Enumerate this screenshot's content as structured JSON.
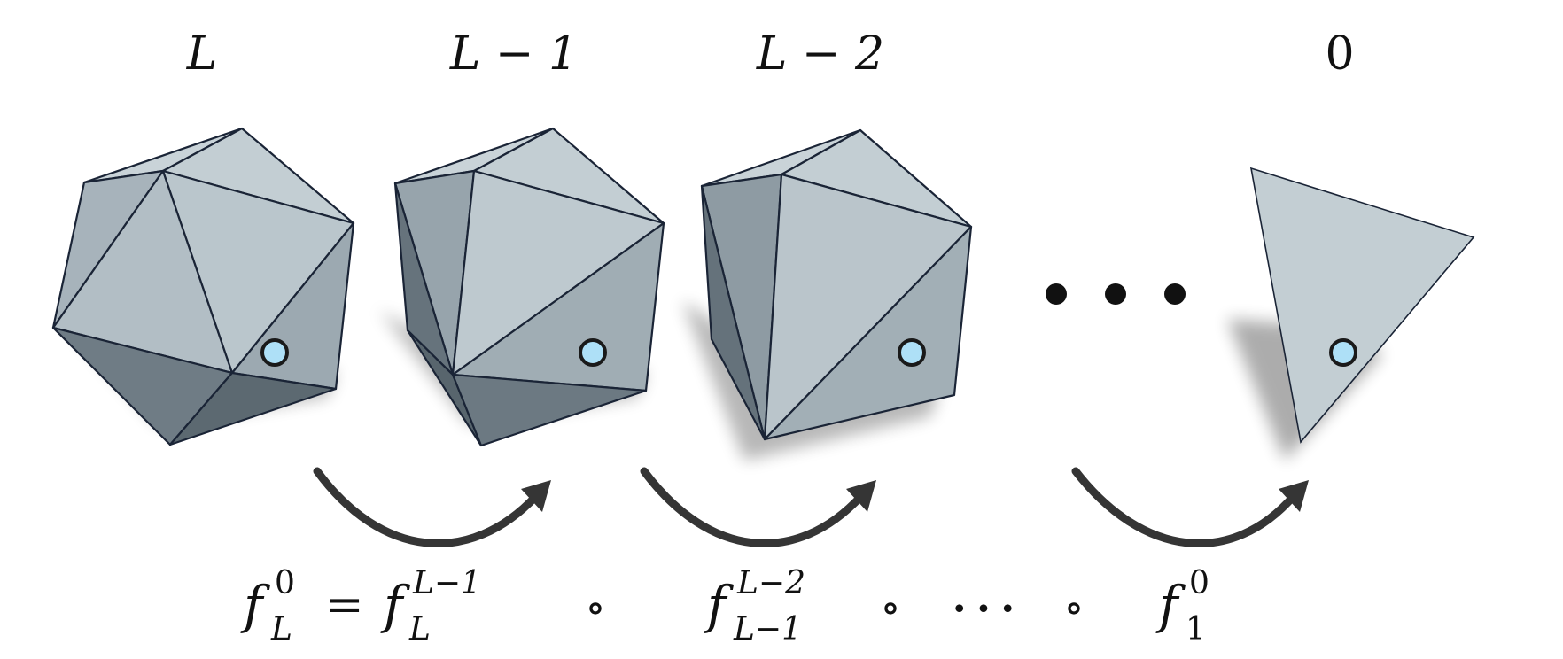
{
  "levels": [
    {
      "label": "L"
    },
    {
      "label": "L − 1"
    },
    {
      "label": "L − 2"
    },
    {
      "label": "0"
    }
  ],
  "ellipsis": "•  •  •",
  "formula": {
    "f": "f",
    "lhs_sub": "L",
    "lhs_sup": "0",
    "eq": "=",
    "t1_sub": "L",
    "t1_sup": "L−1",
    "compose": "∘",
    "t2_sub": "L−1",
    "t2_sup": "L−2",
    "dots": "• • •",
    "t3_sub": "1",
    "t3_sup": "0"
  },
  "colors": {
    "face_light": "#c3ced3",
    "face_mid": "#a9b5bd",
    "face_dark": "#7a8790",
    "face_darkest": "#5f6c75",
    "edge": "#1a2436",
    "vertex_fill": "#aee0f7",
    "arrow": "#353535"
  }
}
